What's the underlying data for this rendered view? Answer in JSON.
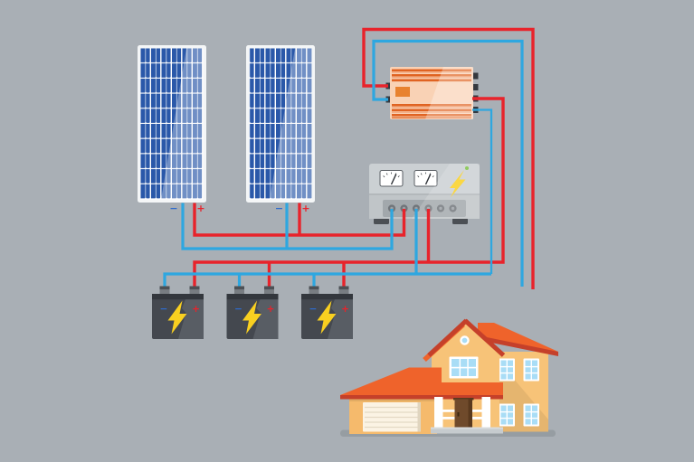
{
  "diagram": {
    "type": "solar-power-system-wiring",
    "components": [
      "solar-panel-1",
      "solar-panel-2",
      "inverter",
      "charge-controller",
      "battery-1",
      "battery-2",
      "battery-3",
      "house"
    ]
  },
  "labels": {
    "minus": "−",
    "plus": "+"
  },
  "colors": {
    "background": "#a9afb5",
    "wire_red": "#e8232b",
    "wire_blue": "#2ea7e0",
    "panel_frame": "#f4f6f7",
    "panel_cell": "#2a58a9",
    "inverter_body": "#f9d2b5",
    "inverter_stripe": "#e06322",
    "inverter_label": "#e8822f",
    "terminal_dark": "#35393f",
    "controller_body": "#cbd0d3",
    "controller_band": "#c0c5c8",
    "controller_panel": "#a2a8ac",
    "meter_face": "#ffffff",
    "bolt_yellow": "#f9d020",
    "led_green": "#7cc142",
    "battery_body": "#44484f",
    "battery_light": "#585d64",
    "battery_top": "#33373d",
    "battery_terminal": "#787d82",
    "label_minus": "#2f6bcc",
    "label_plus": "#e8232b",
    "house_wall": "#f7c378",
    "garage_wall": "#f5ba6c",
    "roof_orange": "#ef632b",
    "roof_dark": "#c5402a",
    "garage_door": "#fbf3e4",
    "door_brown": "#6f4a2b",
    "window_pane": "#a9ddf6",
    "step": "#c6cbce",
    "house_shadow": "#969da2"
  }
}
